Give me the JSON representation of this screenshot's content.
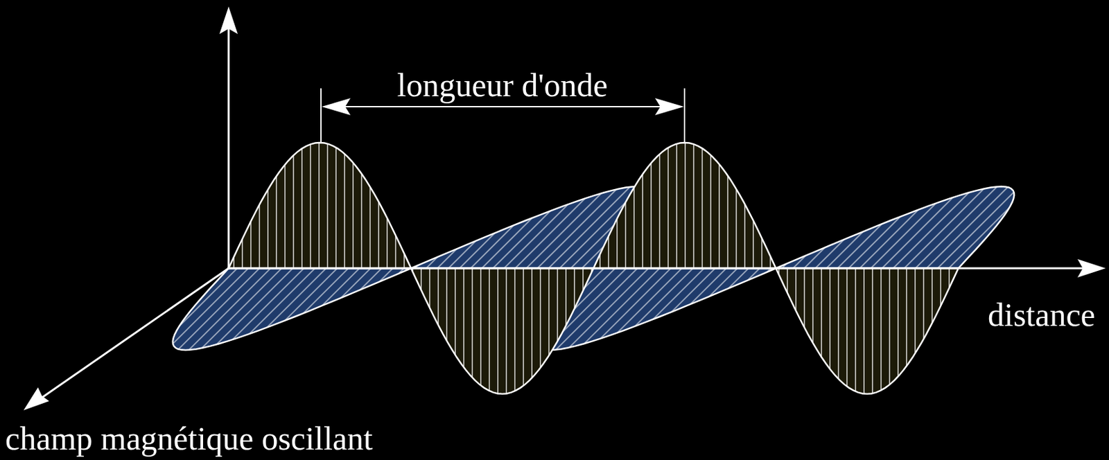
{
  "diagram": {
    "labels": [
      "longueur d'onde",
      "distance",
      "champ magnétique oscillant"
    ]
  }
}
